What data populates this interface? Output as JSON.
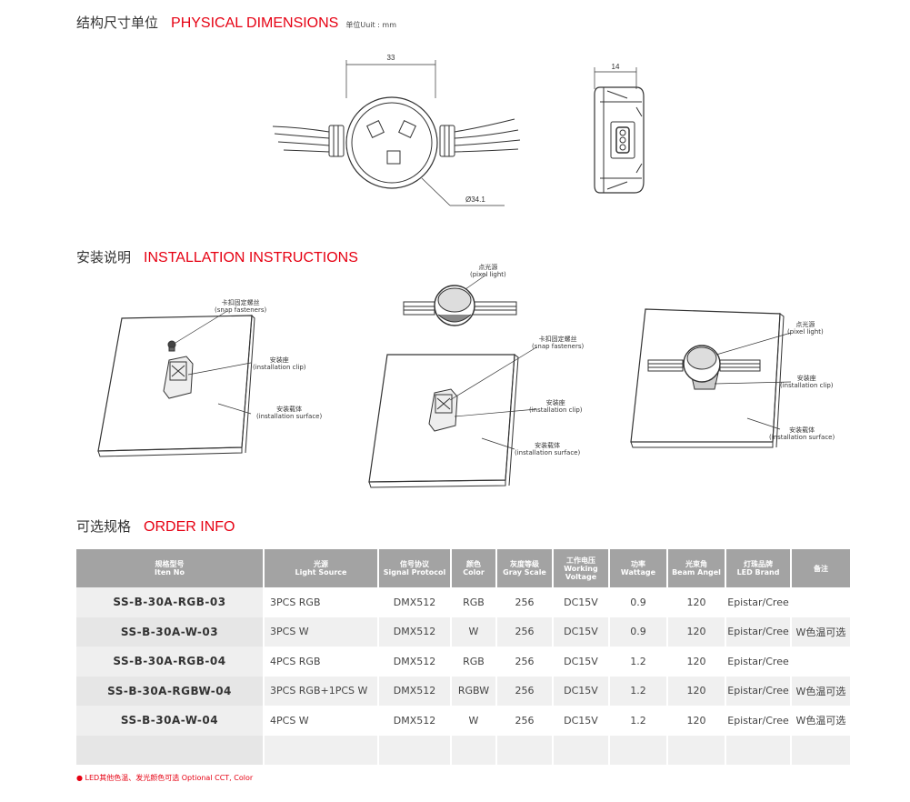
{
  "physical": {
    "title_cn": "结构尺寸单位",
    "title_en": "PHYSICAL DIMENSIONS",
    "unit": "单位Uuit : mm",
    "dim_width": "33",
    "dim_depth": "14",
    "dim_diameter": "Ø34.1"
  },
  "installation": {
    "title_cn": "安装说明",
    "title_en": "INSTALLATION INSTRUCTIONS",
    "snap_cn": "卡扣固定螺丝",
    "snap_en": "(snap fasteners)",
    "clip_cn": "安装座",
    "clip_en": "(installation clip)",
    "surface_cn": "安装载体",
    "surface_en": "(installation surface)",
    "pixel_cn": "点光源",
    "pixel_en": "(pixel light)"
  },
  "order": {
    "title_cn": "可选规格",
    "title_en": "ORDER INFO",
    "headers": [
      {
        "cn": "规格型号",
        "en": "Iten No"
      },
      {
        "cn": "光源",
        "en": "Light Source"
      },
      {
        "cn": "信号协议",
        "en": "Signal Protocol"
      },
      {
        "cn": "颜色",
        "en": "Color"
      },
      {
        "cn": "灰度等级",
        "en": "Gray Scale"
      },
      {
        "cn": "工作电压",
        "en": "Working Voltage"
      },
      {
        "cn": "功率",
        "en": "Wattage"
      },
      {
        "cn": "光束角",
        "en": "Beam Angel"
      },
      {
        "cn": "灯珠品牌",
        "en": "LED Brand"
      },
      {
        "cn": "备注",
        "en": ""
      }
    ],
    "rows": [
      [
        "SS-B-30A-RGB-03",
        "3PCS RGB",
        "DMX512",
        "RGB",
        "256",
        "DC15V",
        "0.9",
        "120",
        "Epistar/Cree",
        ""
      ],
      [
        "SS-B-30A-W-03",
        "3PCS W",
        "DMX512",
        "W",
        "256",
        "DC15V",
        "0.9",
        "120",
        "Epistar/Cree",
        "W色温可选"
      ],
      [
        "SS-B-30A-RGB-04",
        "4PCS RGB",
        "DMX512",
        "RGB",
        "256",
        "DC15V",
        "1.2",
        "120",
        "Epistar/Cree",
        ""
      ],
      [
        "SS-B-30A-RGBW-04",
        "3PCS RGB+1PCS W",
        "DMX512",
        "RGBW",
        "256",
        "DC15V",
        "1.2",
        "120",
        "Epistar/Cree",
        "W色温可选"
      ],
      [
        "SS-B-30A-W-04",
        "4PCS W",
        "DMX512",
        "W",
        "256",
        "DC15V",
        "1.2",
        "120",
        "Epistar/Cree",
        "W色温可选"
      ],
      [
        "",
        "",
        "",
        "",
        "",
        "",
        "",
        "",
        "",
        ""
      ]
    ],
    "footnote": "● LED其他色温、发光颜色可选 Optional CCT, Color"
  }
}
